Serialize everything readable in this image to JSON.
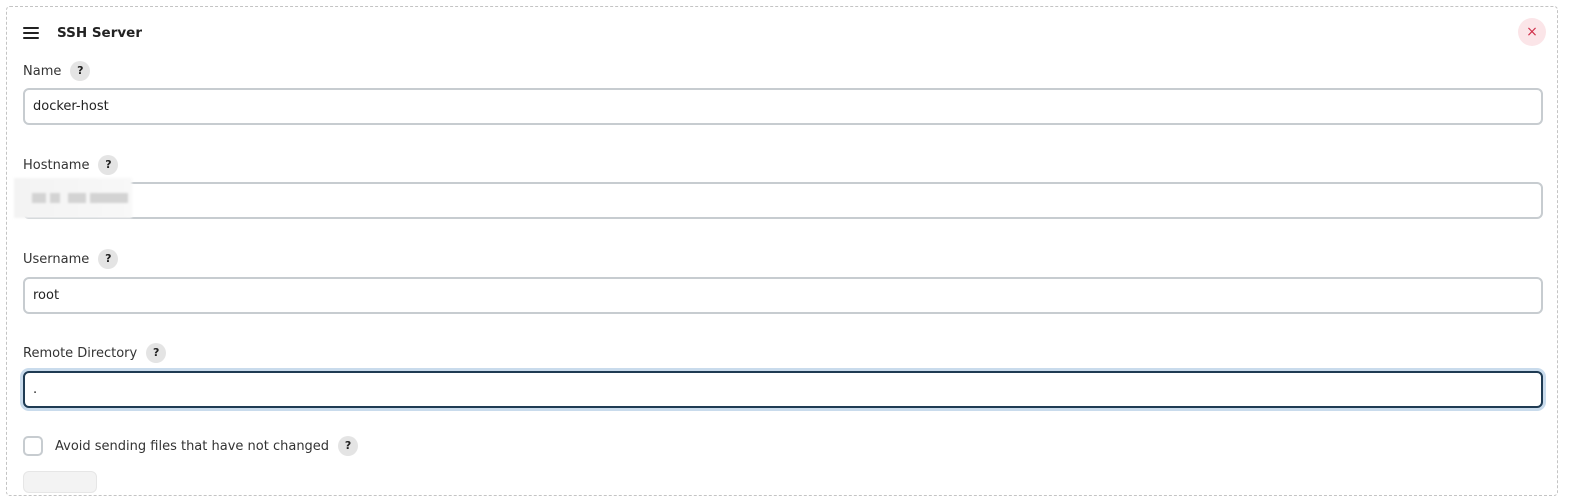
{
  "section": {
    "title": "SSH Server",
    "close_glyph": "×",
    "menu_icon": "hamburger-icon"
  },
  "fields": {
    "name": {
      "label": "Name",
      "value": "docker-host"
    },
    "hostname": {
      "label": "Hostname",
      "value": ""
    },
    "username": {
      "label": "Username",
      "value": "root"
    },
    "remote_directory": {
      "label": "Remote Directory",
      "value": "."
    }
  },
  "options": {
    "avoid_sending": {
      "label": "Avoid sending files that have not changed",
      "checked": false
    }
  },
  "help_glyph": "?",
  "colors": {
    "close_bg": "#fbe5e8",
    "close_fg": "#d0304a",
    "focus_border": "#1f3b53",
    "focus_ring": "#c9dbec"
  }
}
